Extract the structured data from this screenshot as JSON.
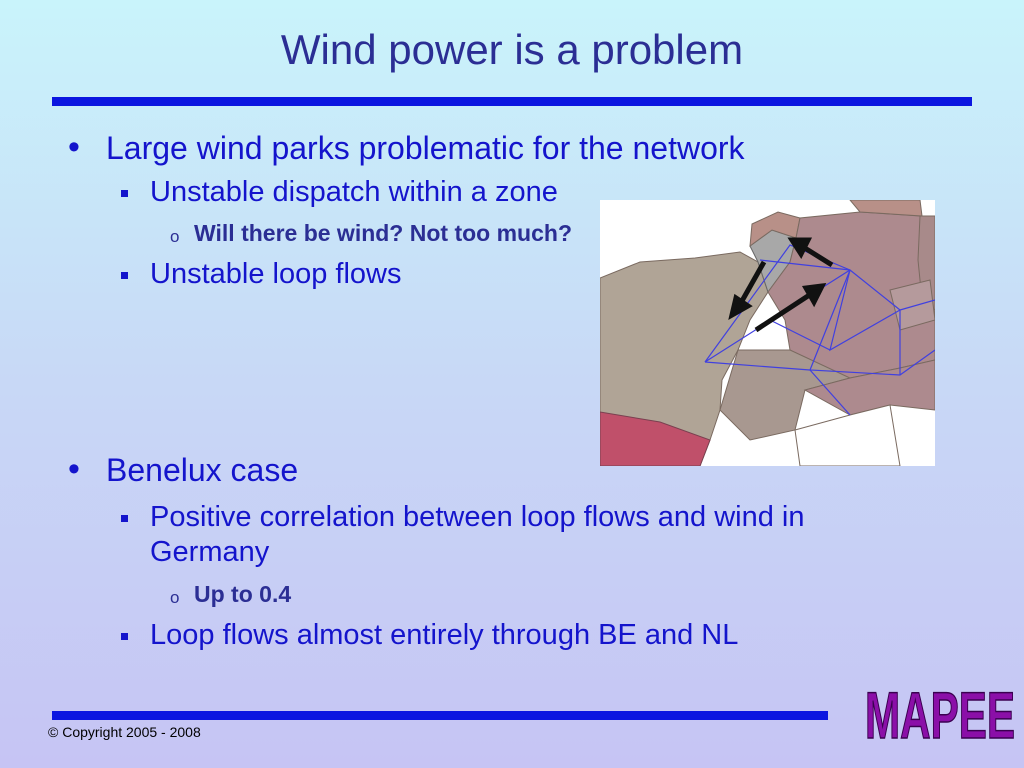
{
  "slide": {
    "title": "Wind power is a problem",
    "copyright": "© Copyright 2005 - 2008",
    "logo": "MAPEE"
  },
  "bullets": {
    "b1_text": "Large wind parks problematic for the network",
    "b1_sub1": "Unstable dispatch within a zone",
    "b1_sub1_sub1": "Will there be wind? Not too much?",
    "b1_sub2": "Unstable loop flows",
    "b2_text": "Benelux case",
    "b2_sub1_line1": "Positive correlation between loop flows and wind in",
    "b2_sub1_line2": "Germany",
    "b2_sub1_sub1": "Up to 0.4",
    "b2_sub2": "Loop flows almost entirely through BE and NL"
  },
  "glyphs": {
    "level1": "•",
    "level3": "o"
  },
  "colors": {
    "title": "#2b2e94",
    "text": "#1414cc",
    "rule": "#0b16e0",
    "logo_fill": "#8b0fa8",
    "map_line": "#4040e0"
  },
  "icons": {
    "map": "europe-grid-map-image"
  }
}
